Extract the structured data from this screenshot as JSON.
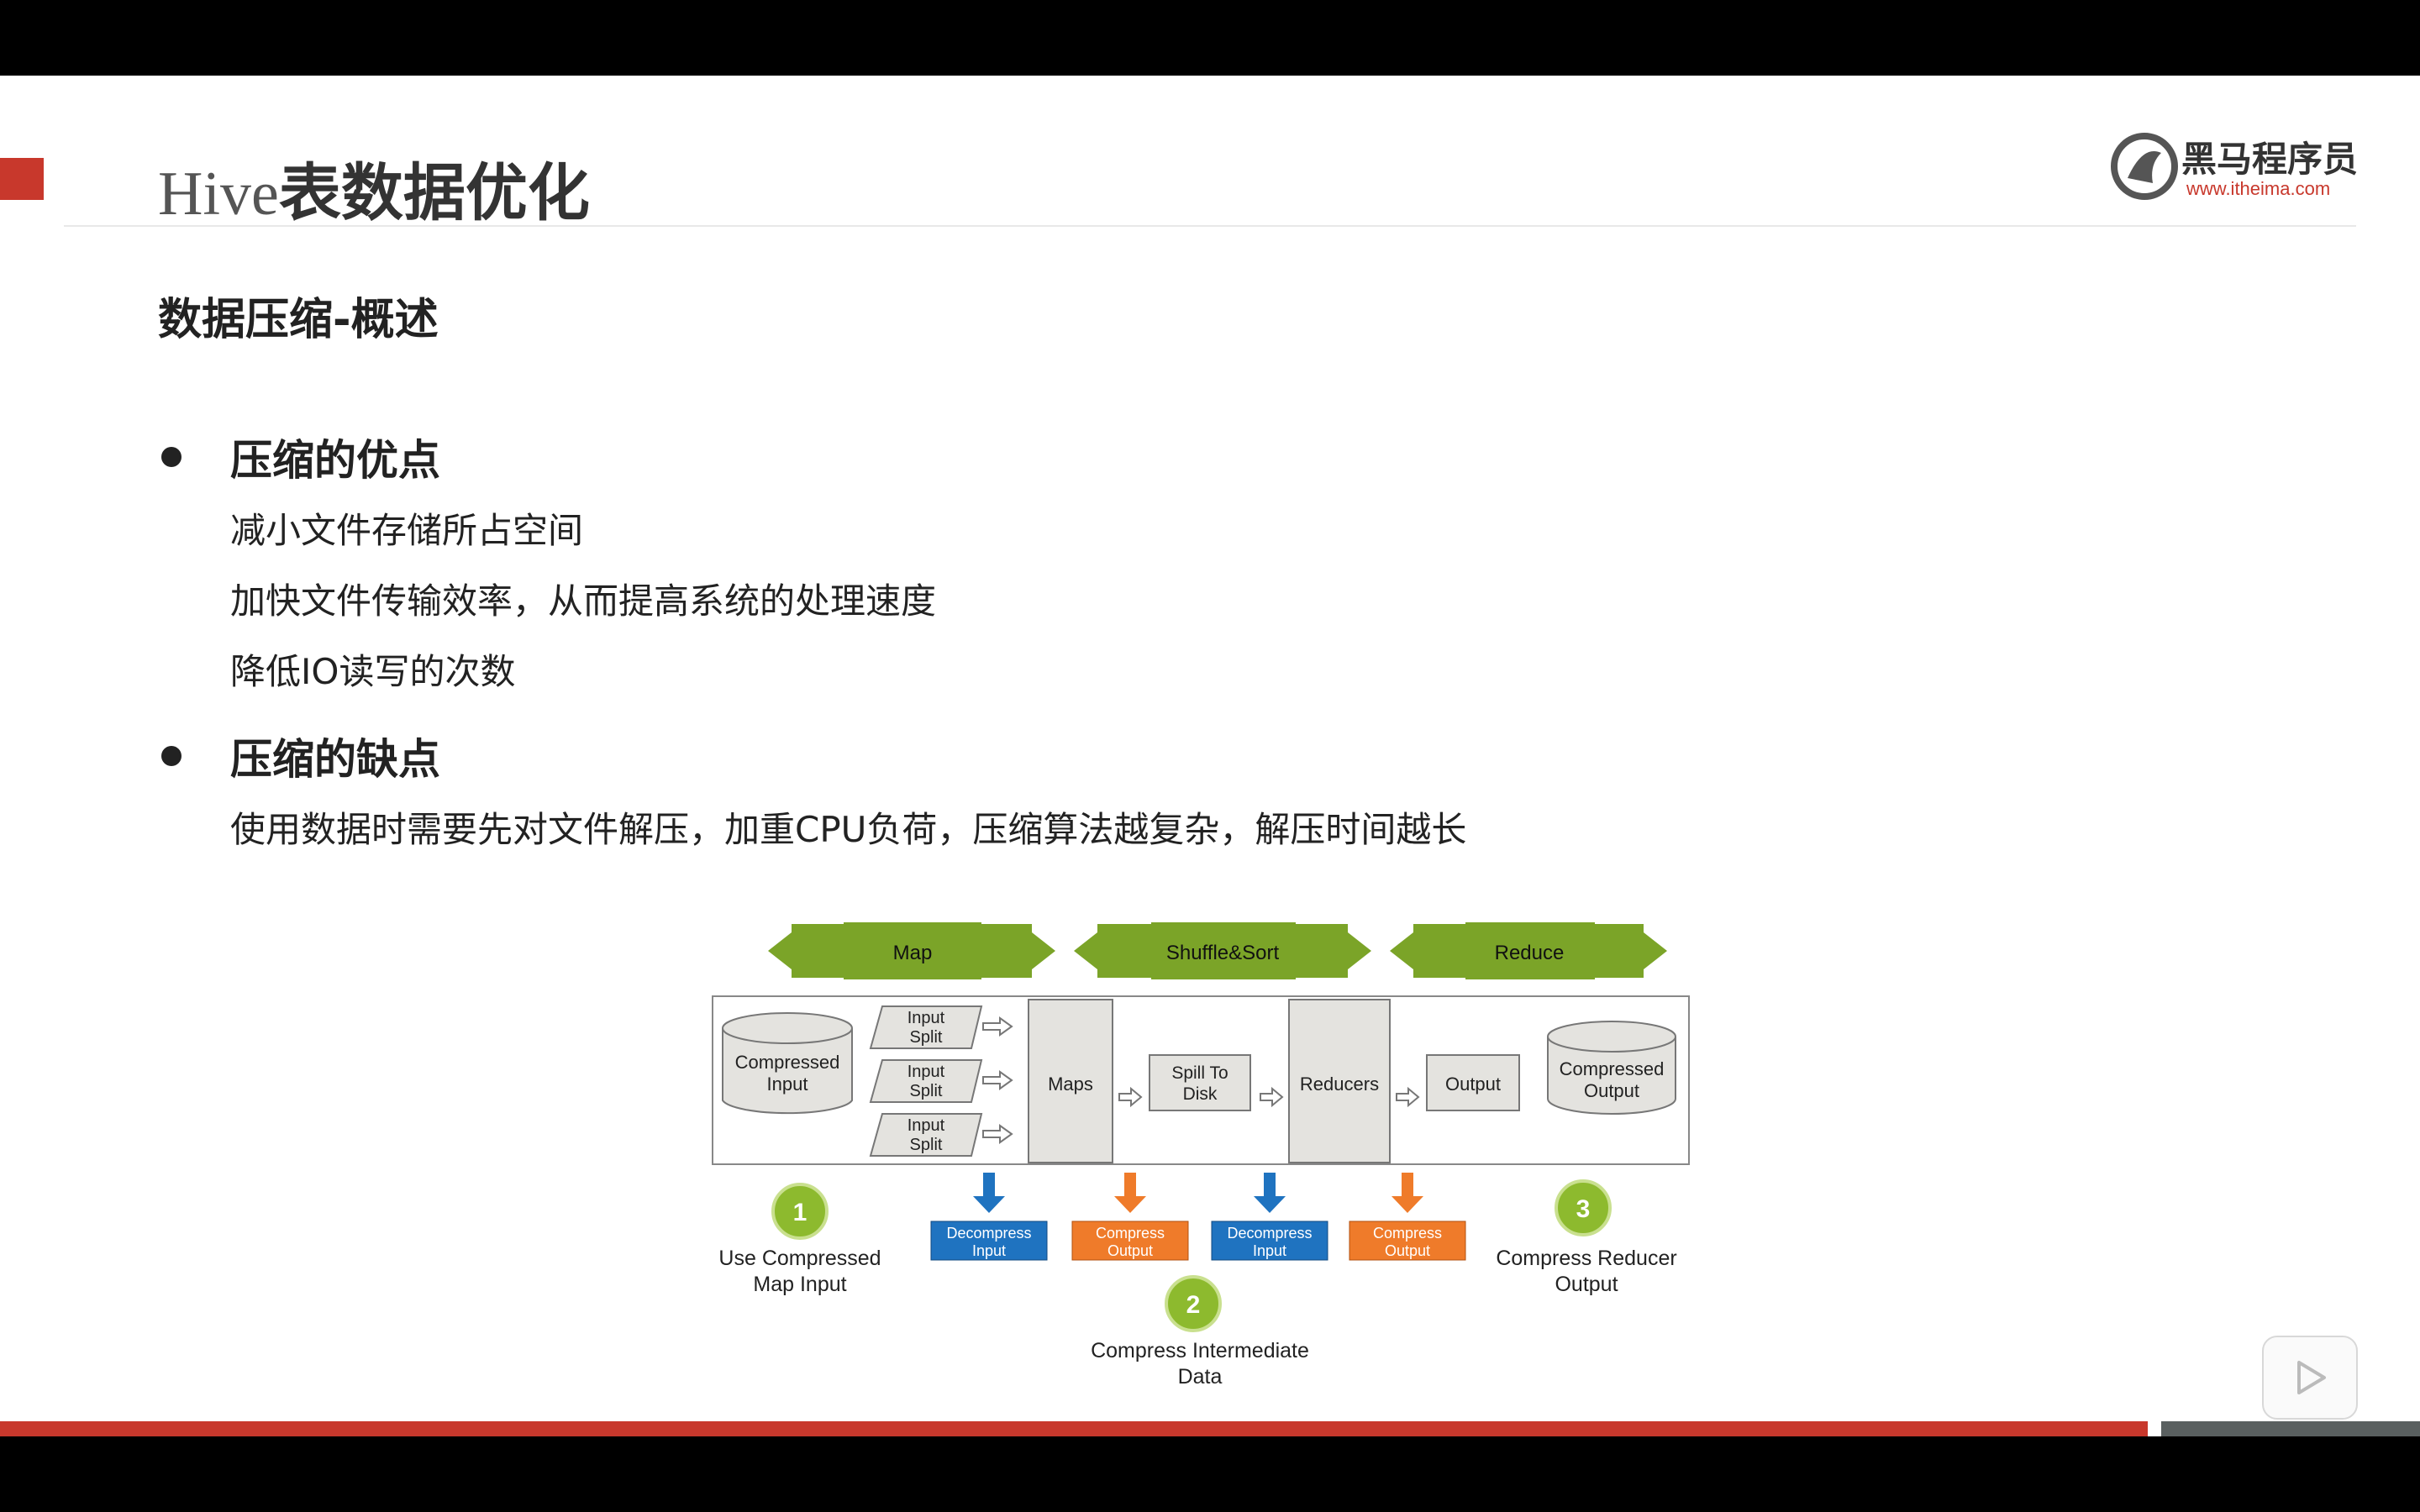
{
  "header": {
    "title_en": "Hive",
    "title_cn": "表数据优化",
    "logo_text": "黑马程序员",
    "logo_url": "www.itheima.com"
  },
  "subtitle": "数据压缩-概述",
  "sections": [
    {
      "heading": "压缩的优点",
      "lines": [
        "减小文件存储所占空间",
        "加快文件传输效率，从而提高系统的处理速度",
        "降低IO读写的次数"
      ]
    },
    {
      "heading": "压缩的缺点",
      "lines": [
        "使用数据时需要先对文件解压，加重CPU负荷，压缩算法越复杂，解压时间越长"
      ]
    }
  ],
  "diagram": {
    "phases": [
      "Map",
      "Shuffle&Sort",
      "Reduce"
    ],
    "compressed_input": [
      "Compressed",
      "Input"
    ],
    "input_split": [
      "Input",
      "Split"
    ],
    "maps": "Maps",
    "spill": [
      "Spill To",
      "Disk"
    ],
    "reducers": "Reducers",
    "output": "Output",
    "compressed_output": [
      "Compressed",
      "Output"
    ],
    "decompress": [
      "Decompress",
      "Input"
    ],
    "compress": [
      "Compress",
      "Output"
    ],
    "step1": {
      "num": "1",
      "label": [
        "Use Compressed",
        "Map Input"
      ]
    },
    "step2": {
      "num": "2",
      "label": [
        "Compress Intermediate",
        "Data"
      ]
    },
    "step3": {
      "num": "3",
      "label": [
        "Compress Reducer",
        "Output"
      ]
    },
    "colors": {
      "green": "#7ba428",
      "blue": "#1f73c0",
      "orange": "#ef7b2a",
      "gray": "#e4e3df",
      "step": "#8dba2e"
    }
  }
}
